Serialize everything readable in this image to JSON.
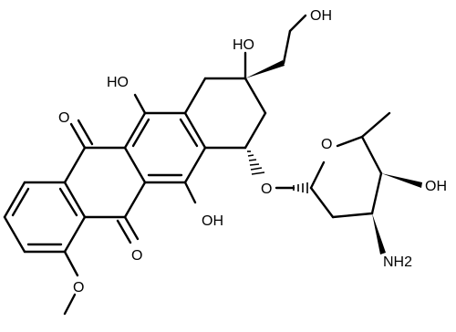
{
  "diagram": {
    "atom_labels": [
      {
        "id": "oh-top-right",
        "text": "OH"
      },
      {
        "id": "oh-tertiary",
        "text": "HO"
      },
      {
        "id": "oh-ring-upper",
        "text": "HO"
      },
      {
        "id": "oh-ring-lower",
        "text": "OH"
      },
      {
        "id": "o-ketone-upper",
        "text": "O"
      },
      {
        "id": "o-ketone-lower",
        "text": "O"
      },
      {
        "id": "o-methoxy",
        "text": "O"
      },
      {
        "id": "o-glycoside",
        "text": "O"
      },
      {
        "id": "o-pyranose",
        "text": "O"
      },
      {
        "id": "oh-sugar",
        "text": "OH"
      },
      {
        "id": "nh2-sugar",
        "text": "NH2"
      }
    ]
  }
}
